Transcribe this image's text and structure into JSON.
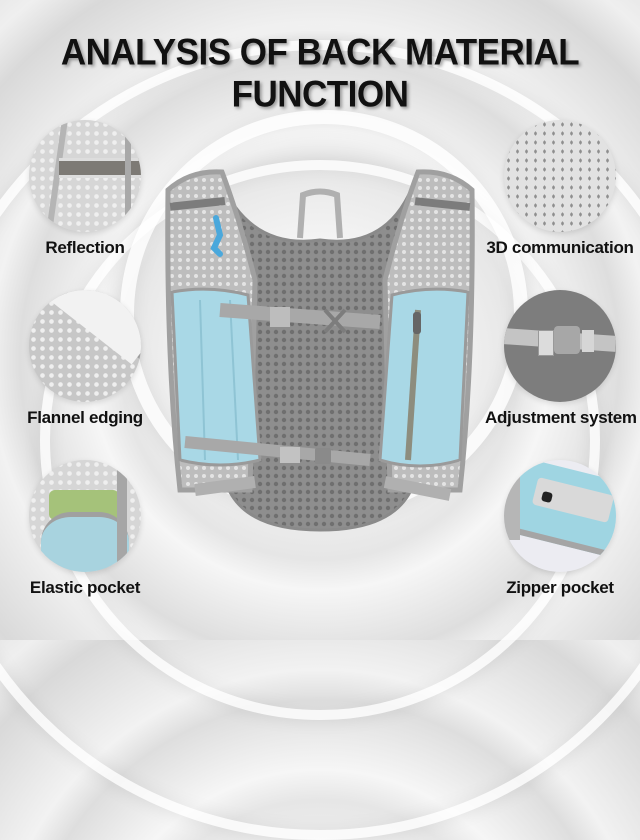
{
  "title": "ANALYSIS OF BACK MATERIAL FUNCTION",
  "features": [
    {
      "label": "Reflection",
      "icon": "reflective-strip-closeup",
      "side": "left"
    },
    {
      "label": "3D communication",
      "icon": "3d-mesh-closeup",
      "side": "right"
    },
    {
      "label": "Flannel edging",
      "icon": "flannel-edge-closeup",
      "side": "left"
    },
    {
      "label": "Adjustment system",
      "icon": "buckle-strap-closeup",
      "side": "right"
    },
    {
      "label": "Elastic pocket",
      "icon": "elastic-pocket-closeup",
      "side": "left"
    },
    {
      "label": "Zipper pocket",
      "icon": "zipper-pocket-closeup",
      "side": "right"
    }
  ],
  "product": {
    "name": "hydration-running-vest-back-view",
    "colors": {
      "mesh": "#8c8c8c",
      "panel": "#b9b9b9",
      "pocket": "#a9d8e6",
      "strap": "#a8a8a8",
      "zip_pull": "#4aa8dc"
    }
  }
}
